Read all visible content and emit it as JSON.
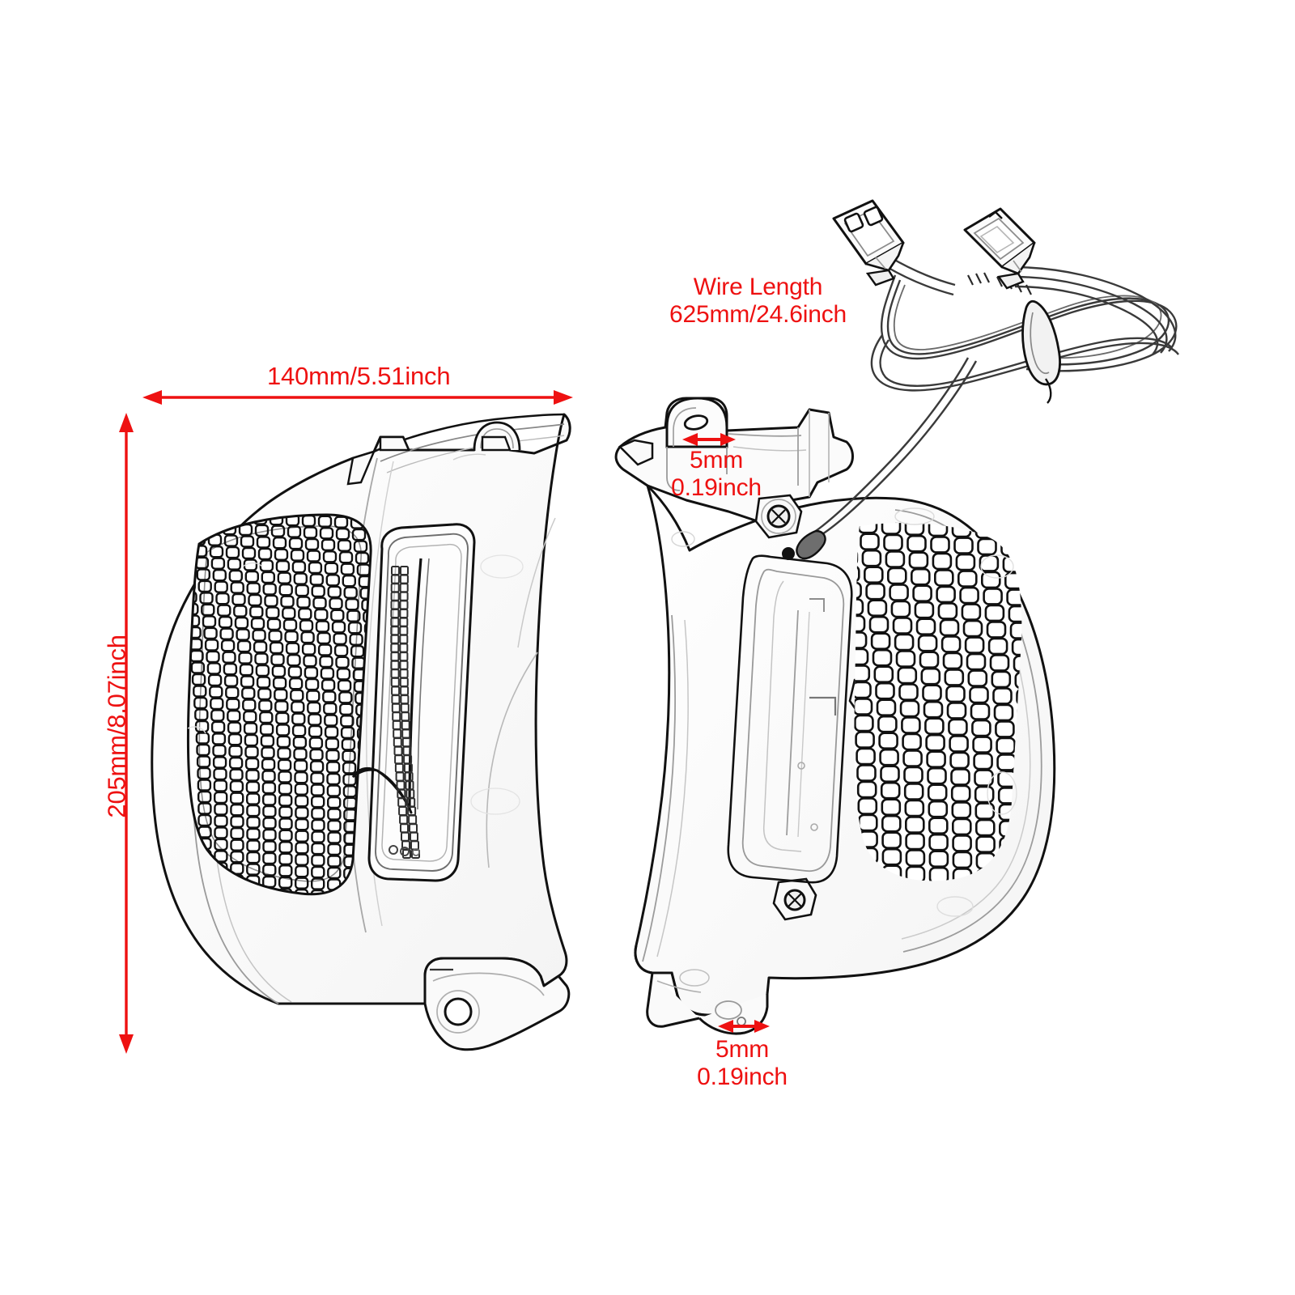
{
  "diagram": {
    "type": "product-dimension-drawing",
    "subject": "Motorcycle fairing vent LED turn signal light panel",
    "background_color": "#ffffff",
    "line_color": "#1a1a1a",
    "dimension_color": "#ee1111"
  },
  "dimensions": {
    "width": {
      "label": "140mm/5.51inch",
      "value_mm": 140,
      "value_inch": 5.51,
      "orientation": "horizontal",
      "applies_to": "front-view-panel"
    },
    "height": {
      "label": "205mm/8.07inch",
      "value_mm": 205,
      "value_inch": 8.07,
      "orientation": "vertical",
      "applies_to": "front-view-panel"
    },
    "wire": {
      "title": "Wire Length",
      "label": "625mm/24.6inch",
      "value_mm": 625,
      "value_inch": 24.6,
      "applies_to": "wiring-harness"
    },
    "tab_top": {
      "label": "5mm\n0.19inch",
      "line1": "5mm",
      "line2": "0.19inch",
      "value_mm": 5,
      "value_inch": 0.19,
      "applies_to": "upper-mounting-tab-thickness"
    },
    "tab_bottom": {
      "label": "5mm\n0.19inch",
      "line1": "5mm",
      "line2": "0.19inch",
      "value_mm": 5,
      "value_inch": 0.19,
      "applies_to": "lower-mounting-tab-thickness"
    }
  },
  "views": [
    {
      "id": "front-view",
      "name": "front-view-panel",
      "description": "Front face of the fairing vent panel showing honeycomb mesh grille and clear LED light strip lens",
      "features": [
        "honeycomb-mesh-grille",
        "led-light-strip-lens",
        "lower-mounting-tab",
        "upper-mounting-boss"
      ]
    },
    {
      "id": "rear-view",
      "name": "rear-view-panel",
      "description": "Rear face of the same panel showing mounting bosses, screws, internal ribs and the mesh grille",
      "features": [
        "mesh-grille",
        "mounting-screws",
        "upper-mounting-tab",
        "lower-mounting-tab",
        "wire-exit"
      ]
    },
    {
      "id": "harness",
      "name": "wiring-harness",
      "description": "Coiled two-connector wiring harness bundled with a cable tie",
      "features": [
        "connector-2pin",
        "connector-multi-pin",
        "cable-tie",
        "coiled-wires"
      ]
    }
  ]
}
